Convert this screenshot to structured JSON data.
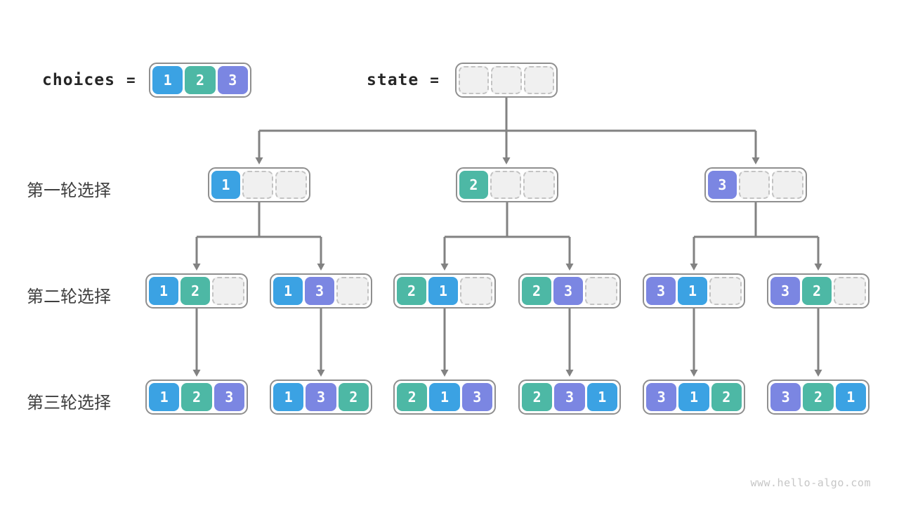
{
  "title_row": {
    "choices_label": "choices",
    "equals_sign": "=",
    "state_label": "state"
  },
  "choices_array": [
    1,
    2,
    3
  ],
  "state_array": [
    null,
    null,
    null
  ],
  "rounds": [
    {
      "label": "第一轮选择",
      "states": [
        [
          1,
          null,
          null
        ],
        [
          2,
          null,
          null
        ],
        [
          3,
          null,
          null
        ]
      ]
    },
    {
      "label": "第二轮选择",
      "states": [
        [
          1,
          2,
          null
        ],
        [
          1,
          3,
          null
        ],
        [
          2,
          1,
          null
        ],
        [
          2,
          3,
          null
        ],
        [
          3,
          1,
          null
        ],
        [
          3,
          2,
          null
        ]
      ]
    },
    {
      "label": "第三轮选择",
      "states": [
        [
          1,
          2,
          3
        ],
        [
          1,
          3,
          2
        ],
        [
          2,
          1,
          3
        ],
        [
          2,
          3,
          1
        ],
        [
          3,
          1,
          2
        ],
        [
          3,
          2,
          1
        ]
      ]
    }
  ],
  "watermark": "www.hello-algo.com",
  "colors": {
    "value_1": "#3BA2E3",
    "value_2": "#4DB8A5",
    "value_3": "#7B86E2",
    "arrow": "#828282",
    "box_border": "#8F8F8F",
    "empty_cell_fill": "#F0F0F0",
    "empty_cell_border": "#C3C3C3",
    "label_text": "#3F3F3F",
    "watermark_text": "#C6C6C6"
  }
}
